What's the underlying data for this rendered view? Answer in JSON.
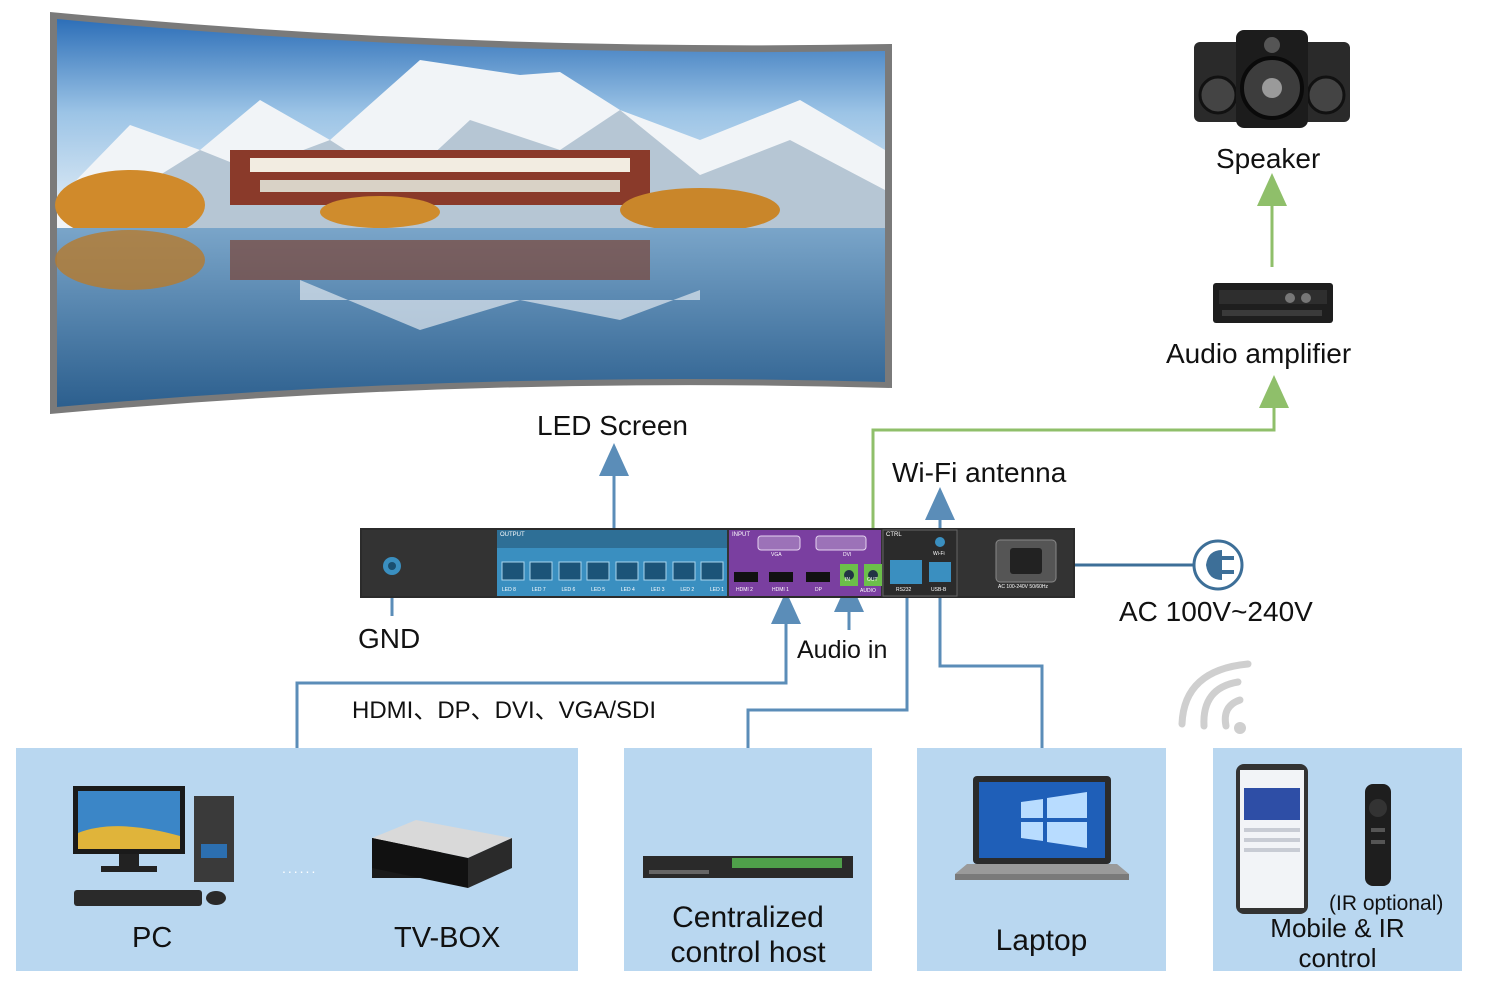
{
  "labels": {
    "led_screen": "LED Screen",
    "speaker": "Speaker",
    "audio_amplifier": "Audio amplifier",
    "wifi_antenna": "Wi-Fi antenna",
    "gnd": "GND",
    "ac_power": "AC 100V~240V",
    "audio_in": "Audio in",
    "video_inputs": "HDMI、DP、DVI、VGA/SDI"
  },
  "devices": {
    "pc": "PC",
    "tv_box": "TV-BOX",
    "dots": "......",
    "control_host_line1": "Centralized",
    "control_host_line2": "control host",
    "laptop": "Laptop",
    "ir_optional": "(IR optional)",
    "mobile_line1": "Mobile & IR",
    "mobile_line2": "control"
  },
  "panel": {
    "output_tag": "OUTPUT",
    "input_tag": "INPUT",
    "ctrl_tag": "CTRL",
    "ports": [
      "LED 8",
      "LED 7",
      "LED 6",
      "LED 5",
      "LED 4",
      "LED 3",
      "LED 2",
      "LED 1"
    ],
    "vga": "VGA",
    "dvi": "DVI",
    "hdmi2": "HDMI 2",
    "hdmi1": "HDMI 1",
    "dp": "DP",
    "audio_in": "IN",
    "audio_out": "OUT",
    "audio": "AUDIO",
    "rs232": "RS232",
    "usbb": "USB-B",
    "wifi": "Wi-Fi",
    "ac_rating": "AC 100-240V 50/60Hz"
  },
  "colors": {
    "blue_line": "#5b8db8",
    "green_line": "#8fbf6a",
    "device_box": "#b9d7f0",
    "panel_teal": "#3a8fc0",
    "panel_purple": "#7a3fa0"
  }
}
